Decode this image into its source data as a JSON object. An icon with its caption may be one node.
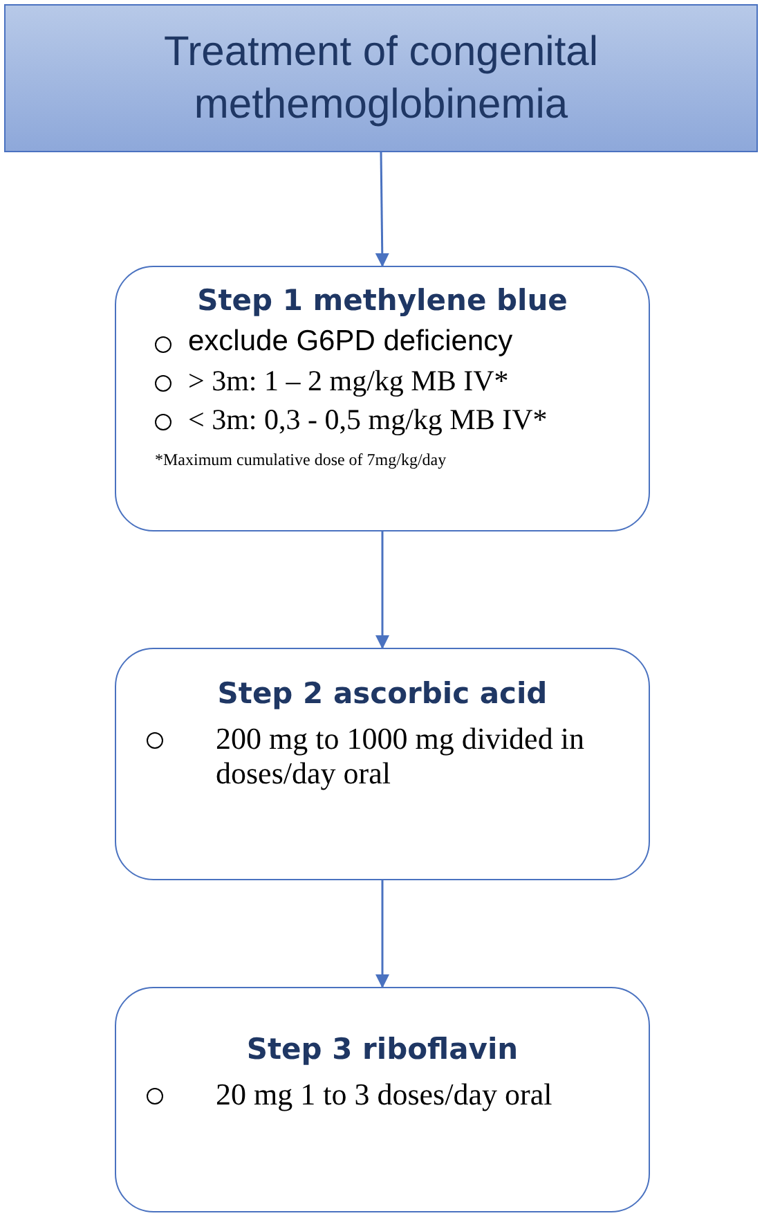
{
  "diagram": {
    "nodes": [
      {
        "text": [
          "Treatment of congenital methemoglobinemia"
        ]
      },
      {
        "text": [
          "Step 1 methylene blue",
          "exclude G6PD deficiency",
          "> 3m: 1 – 2 mg/kg MB IV*",
          "< 3m: 0,3 - 0,5 mg/kg MB IV*",
          "*Maximum cumulative dose of 7mg/kg/day"
        ]
      },
      {
        "text": [
          "Step 2 ascorbic acid",
          "200 mg to 1000 mg divided in doses/day oral"
        ]
      },
      {
        "text": [
          "Step 3 riboflavin",
          "20 mg 1 to 3 doses/day oral"
        ]
      }
    ],
    "edges": [
      {
        "from": 0,
        "to": 1,
        "arrow": "to"
      },
      {
        "from": 1,
        "to": 2,
        "arrow": "to"
      },
      {
        "from": 2,
        "to": 3,
        "arrow": "to"
      }
    ]
  }
}
